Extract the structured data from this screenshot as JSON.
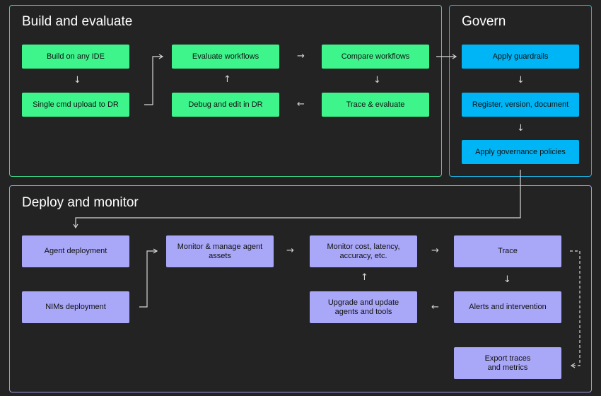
{
  "panels": {
    "build": {
      "title": "Build and evaluate",
      "border_color": "#3ed88a"
    },
    "govern": {
      "title": "Govern",
      "border_color": "#1ab3e0"
    },
    "deploy": {
      "title": "Deploy and monitor",
      "border_color": "#9f9ce8"
    }
  },
  "build_nodes": {
    "build_ide": "Build on any IDE",
    "single_cmd": "Single cmd upload to DR",
    "evaluate_workflows": "Evaluate workflows",
    "debug_edit": "Debug and edit in DR",
    "compare_workflows": "Compare workflows",
    "trace_evaluate": "Trace & evaluate"
  },
  "govern_nodes": {
    "apply_guardrails": "Apply guardrails",
    "register": "Register, version, document",
    "governance_policies": "Apply governance policies"
  },
  "deploy_nodes": {
    "agent_deployment": "Agent deployment",
    "nims_deployment": "NIMs deployment",
    "monitor_manage": "Monitor & manage agent assets",
    "monitor_cost": "Monitor cost, latency, accuracy, etc.",
    "upgrade_update": "Upgrade and update agents and tools",
    "trace": "Trace",
    "alerts": "Alerts and intervention",
    "export": "Export traces and metrics"
  },
  "colors": {
    "background": "#232323",
    "build_box": "#3ef58c",
    "govern_box": "#00b5f5",
    "deploy_box": "#a9a7f7",
    "connector": "#d6d6d6"
  }
}
